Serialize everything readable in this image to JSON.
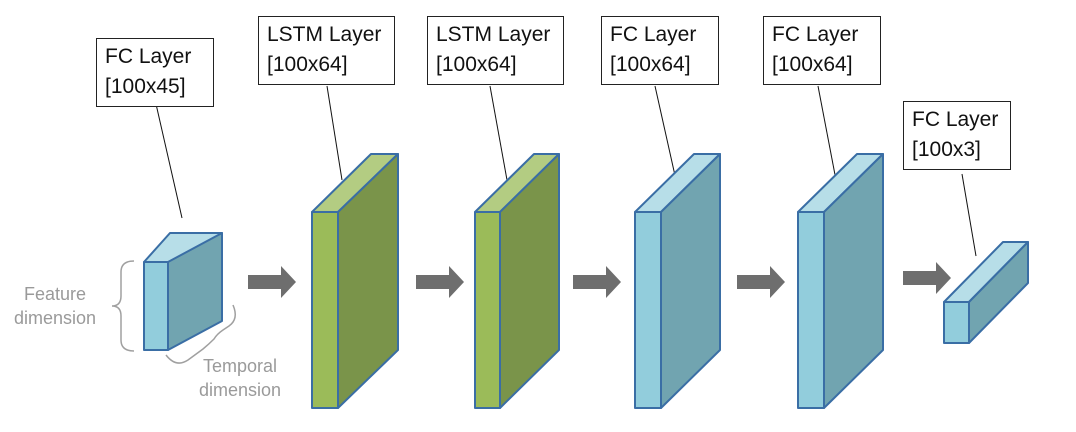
{
  "layers": [
    {
      "line1": "FC Layer",
      "line2": "[100x45]",
      "color": "light-blue"
    },
    {
      "line1": "LSTM Layer",
      "line2": "[100x64]",
      "color": "olive-green"
    },
    {
      "line1": "LSTM Layer",
      "line2": "[100x64]",
      "color": "olive-green"
    },
    {
      "line1": "FC Layer",
      "line2": "[100x64]",
      "color": "light-blue"
    },
    {
      "line1": "FC Layer",
      "line2": "[100x64]",
      "color": "light-blue"
    },
    {
      "line1": "FC Layer",
      "line2": "[100x3]",
      "color": "light-blue"
    }
  ],
  "dimensions": {
    "feature_line1": "Feature",
    "feature_line2": "dimension",
    "temporal_line1": "Temporal",
    "temporal_line2": "dimension"
  },
  "colors": {
    "blue_front": "#92CDDC",
    "blue_top": "#B7DEE8",
    "blue_side": "#71A4B0",
    "blue_edge": "#3A6EA5",
    "green_front": "#9BBB59",
    "green_top": "#B3CC82",
    "green_side": "#7A944A",
    "arrow": "#6E6E6E",
    "bracket": "#A0A0A0"
  }
}
